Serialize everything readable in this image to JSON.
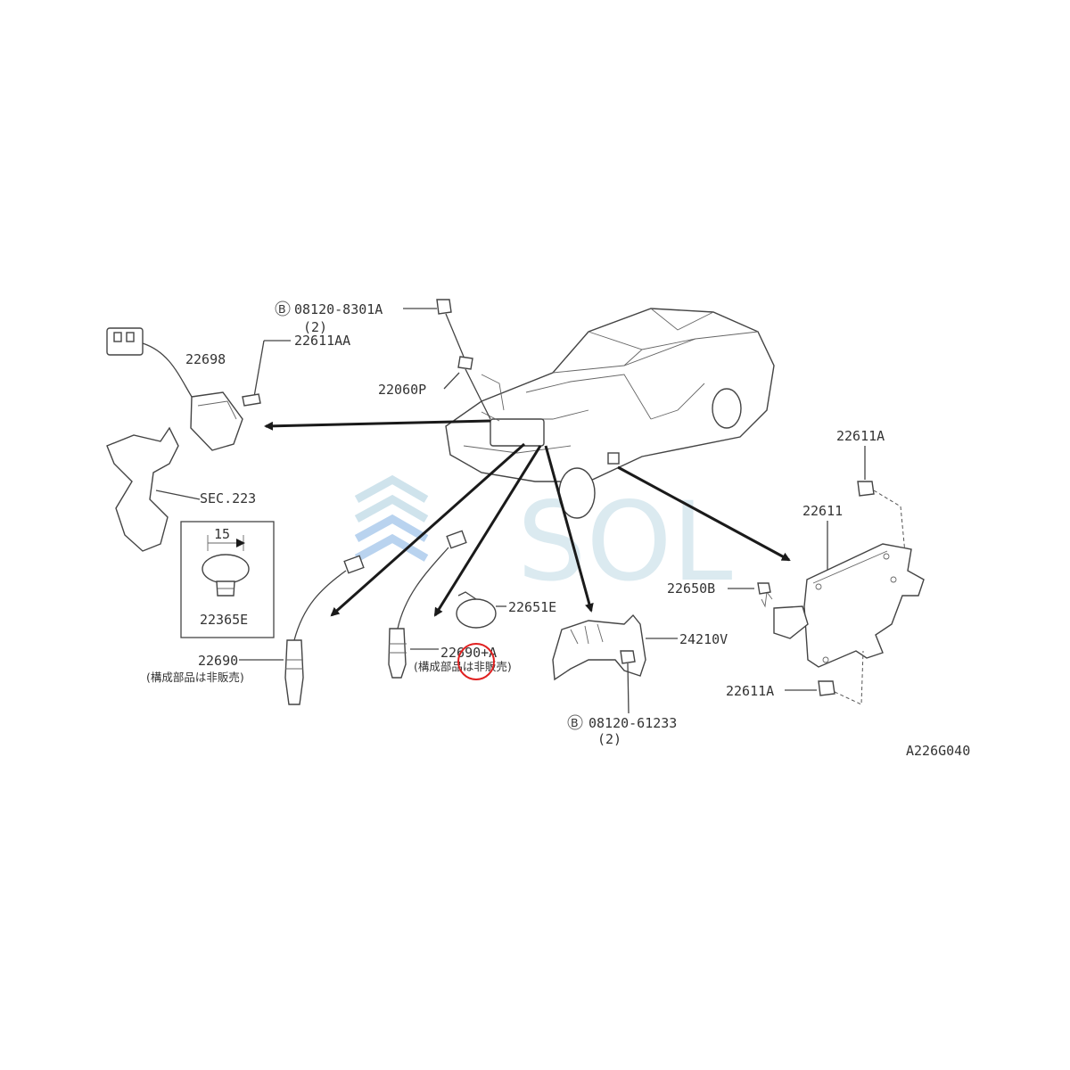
{
  "labels": {
    "bolt_front": "08120-8301A",
    "bolt_front_qty": "(2)",
    "bolt_front_mark": "B",
    "p22611AA": "22611AA",
    "p22698": "22698",
    "p22060P": "22060P",
    "sec223": "SEC.223",
    "dim15": "15",
    "p22365E": "22365E",
    "p22690": "22690",
    "p22690_note": "(構成部品は非販売)",
    "p22690A": "22690+A",
    "p22690A_note": "(構成部品は非販売)",
    "p22651E": "22651E",
    "p24210V": "24210V",
    "bolt_rear": "08120-61233",
    "bolt_rear_qty": "(2)",
    "bolt_rear_mark": "B",
    "p22611A_top": "22611A",
    "p22611": "22611",
    "p22650B": "22650B",
    "p22611A_bottom": "22611A",
    "figure_code": "A226G040"
  },
  "watermark": {
    "text": "SOL",
    "color": "#cfe3ec"
  },
  "colors": {
    "highlight_circle": "#e02020",
    "arrow": "#1a1a1a",
    "line": "#444444"
  }
}
